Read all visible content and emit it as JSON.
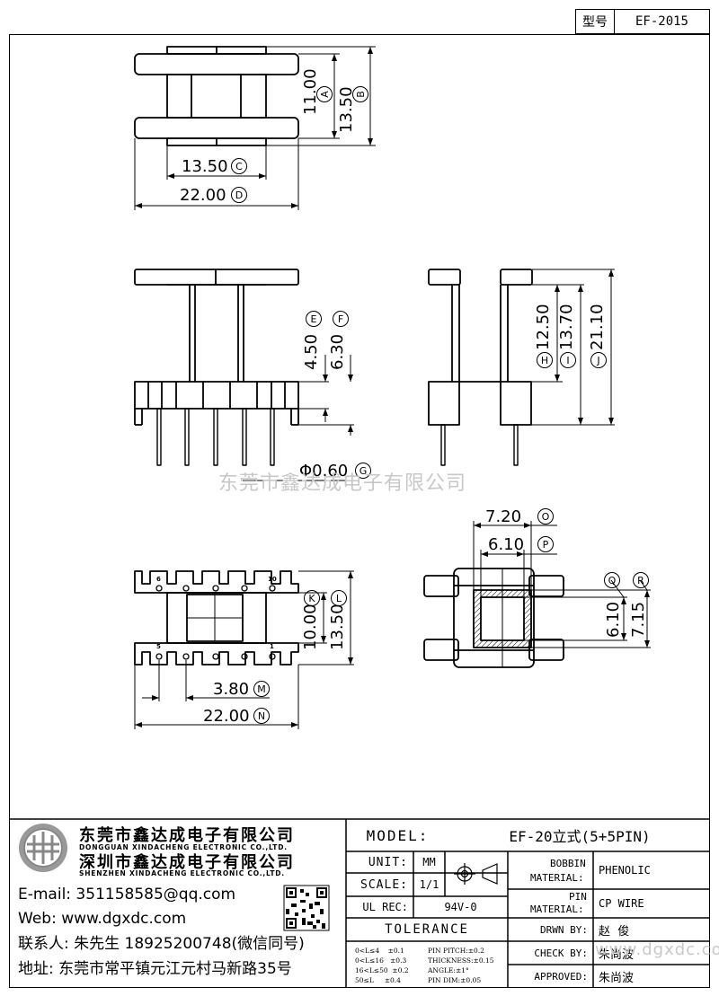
{
  "header": {
    "type_label": "型号",
    "type_value": "EF-2015"
  },
  "dimensions": {
    "A": {
      "value": "11.00",
      "letter": "A"
    },
    "B": {
      "value": "13.50",
      "letter": "B"
    },
    "C": {
      "value": "13.50",
      "letter": "C"
    },
    "D": {
      "value": "22.00",
      "letter": "D"
    },
    "E": {
      "value": "4.50",
      "letter": "E"
    },
    "F": {
      "value": "6.30",
      "letter": "F"
    },
    "G": {
      "value": "Φ0.60",
      "letter": "G"
    },
    "H": {
      "value": "12.50",
      "letter": "H"
    },
    "I": {
      "value": "13.70",
      "letter": "I"
    },
    "J": {
      "value": "21.10",
      "letter": "J"
    },
    "K": {
      "value": "10.00",
      "letter": "K"
    },
    "L": {
      "value": "13.50",
      "letter": "L"
    },
    "M": {
      "value": "3.80",
      "letter": "M"
    },
    "N": {
      "value": "22.00",
      "letter": "N"
    },
    "O": {
      "value": "7.20",
      "letter": "O"
    },
    "P": {
      "value": "6.10",
      "letter": "P"
    },
    "Q": {
      "value": "6.10",
      "letter": "Q"
    },
    "R": {
      "value": "7.15",
      "letter": "R"
    }
  },
  "pin_labels": {
    "p6": "6",
    "p10": "10",
    "p5": "5",
    "p1": "1"
  },
  "watermark": {
    "text1": "东莞市鑫达成电子有限公司",
    "text2": "www.dgxdc.com"
  },
  "company": {
    "name_dg": "东莞市鑫达成电子有限公司",
    "name_dg_en": "DONGGUAN XINDACHENG ELECTRONIC CO.,LTD.",
    "name_sz": "深圳市鑫达成电子有限公司",
    "name_sz_en": "SHENZHEN XINDACHENG ELECTRONIC CO.,LTD.",
    "email": "E-mail: 351158585@qq.com",
    "web": "Web: www.dgxdc.com",
    "contact": "联系人: 朱先生 18925200748(微信同号)",
    "address": "地址: 东莞市常平镇元江元村马新路35号"
  },
  "title_block": {
    "model_label": "MODEL:",
    "model_value": "EF-20立式(5+5PIN)",
    "unit_label": "UNIT:",
    "unit_value": "MM",
    "scale_label": "SCALE:",
    "scale_value": "1/1",
    "ul_label": "UL REC:",
    "ul_value": "94V-0",
    "bobbin_label1": "BOBBIN",
    "bobbin_label2": "MATERIAL:",
    "bobbin_value": "PHENOLIC",
    "pin_label1": "PIN",
    "pin_label2": "MATERIAL:",
    "pin_value": "CP WIRE",
    "drawn_label": "DRWN BY:",
    "drawn_value": "赵  俊",
    "check_label": "CHECK BY:",
    "check_value": "朱尚波",
    "approved_label": "APPROVED:",
    "approved_value": "朱尚波",
    "tolerance_title": "TOLERANCE",
    "tol1": "0<L≤4    ±0.1",
    "tol2": "0<L≤16   ±0.3",
    "tol3": "16<L≤50  ±0.2",
    "tol4": "50≤L     ±0.4",
    "tol5": "PIN PITCH:±0.2",
    "tol6": "THICKNESS:±0.15",
    "tol7": "ANGLE:±1°",
    "tol8": "PIN DIM:±0.05"
  }
}
